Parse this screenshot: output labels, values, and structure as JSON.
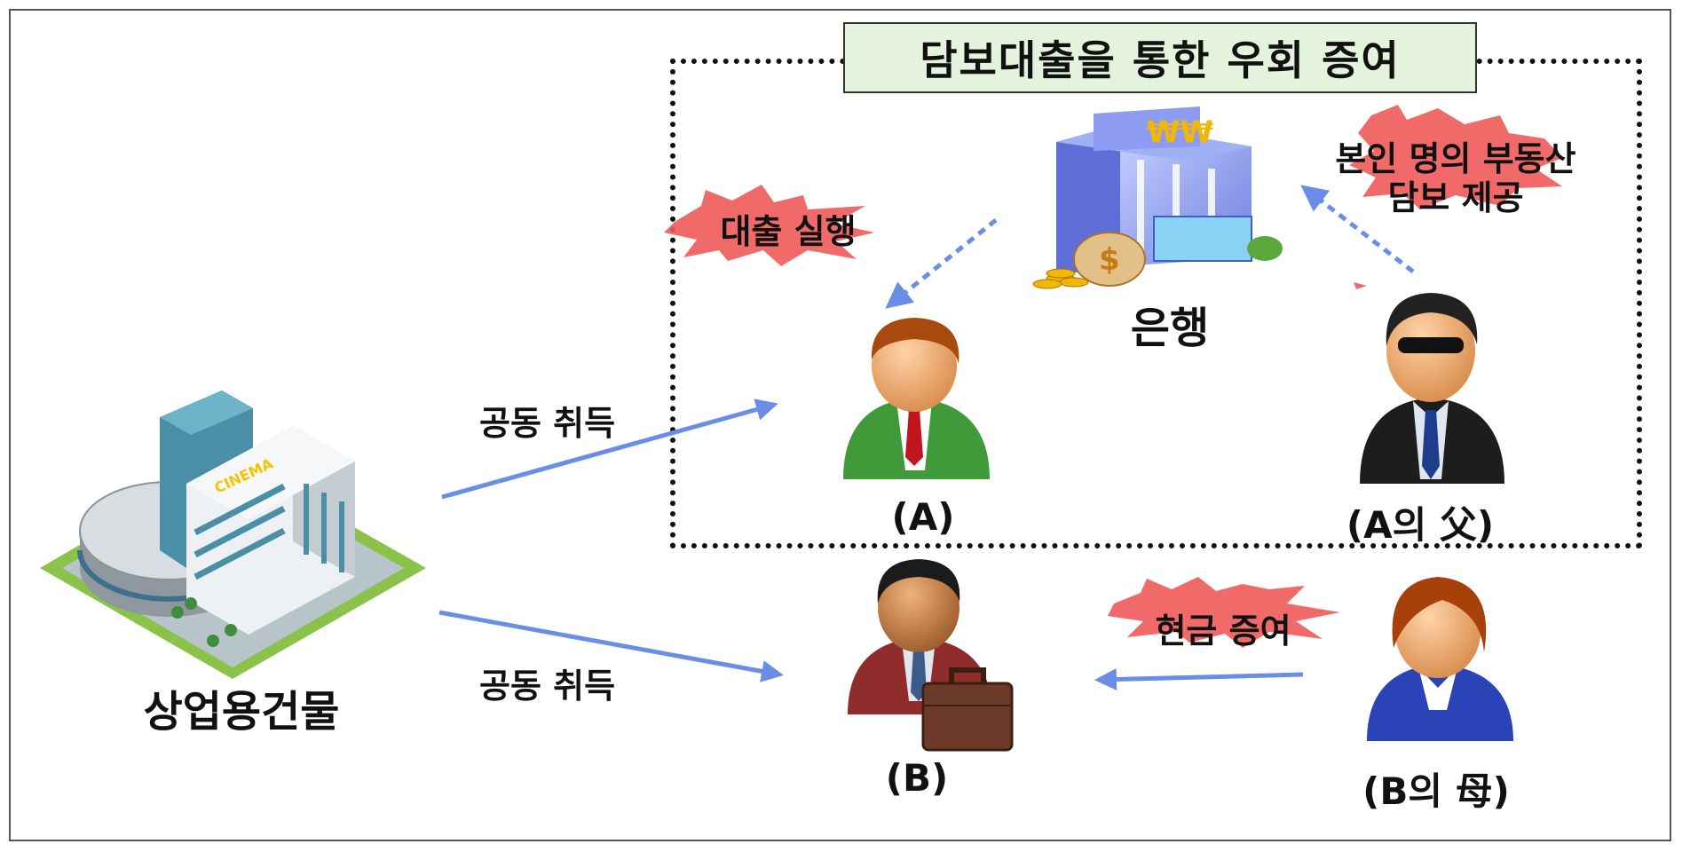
{
  "title": "담보대출을 통한 우회 증여",
  "building": {
    "label": "상업용건물",
    "sign": "CINEMA"
  },
  "bank": {
    "label": "은행",
    "sign": "₩₩",
    "bag_sign": "$"
  },
  "persons": {
    "a": "(A)",
    "a_father": "(A의 父)",
    "b": "(B)",
    "b_mother": "(B의 母)"
  },
  "callouts": {
    "loan": "대출 실행",
    "collateral_line1": "본인 명의 부동산",
    "collateral_line2": "담보 제공",
    "cash_gift": "현금 증여"
  },
  "arrows": {
    "joint_top": "공동 취득",
    "joint_bottom": "공동 취득"
  },
  "colors": {
    "arrow": "#6a8ee8",
    "burst": "#f05a5a",
    "title_bg": "#e3f3dc"
  }
}
